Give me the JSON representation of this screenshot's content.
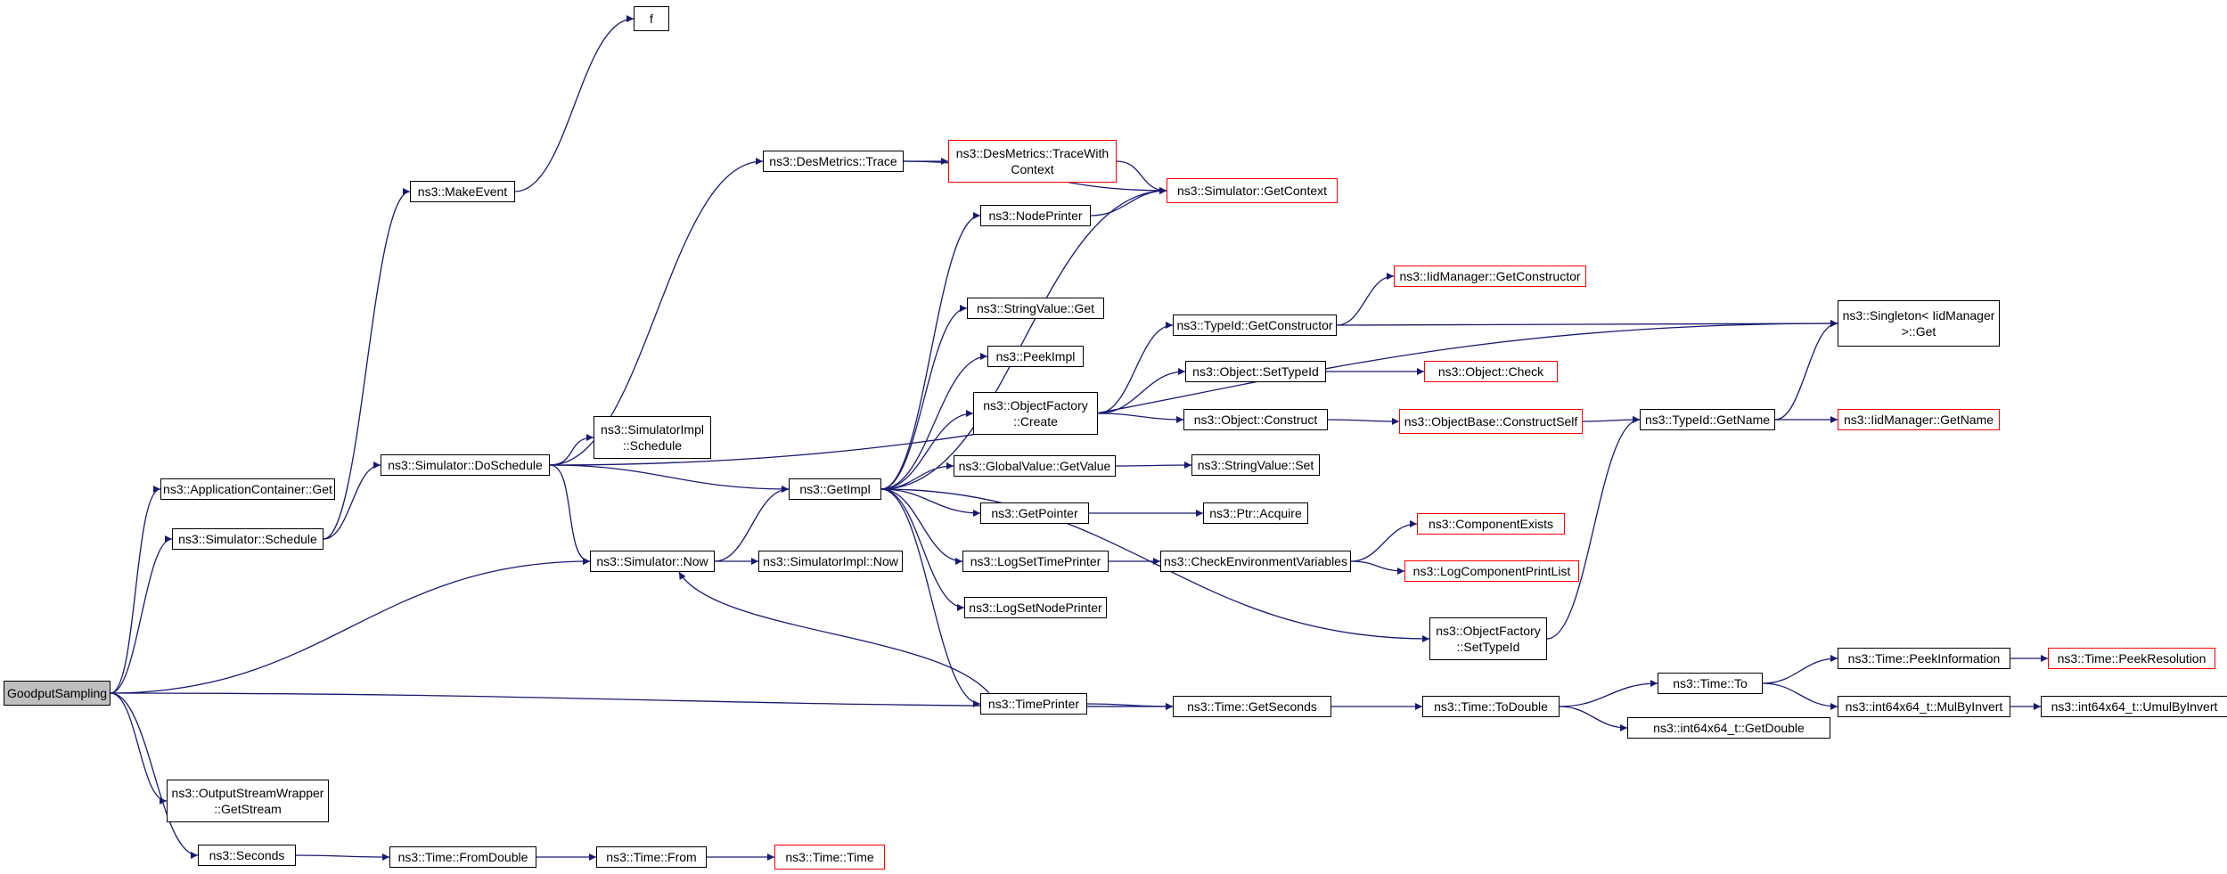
{
  "colors": {
    "edge": "#191970",
    "node_border": "#000000",
    "external_border": "#ff0000",
    "root_fill": "#bfbfbf"
  },
  "nodes": [
    {
      "id": "goodput",
      "label": "GoodputSampling",
      "root": true
    },
    {
      "id": "appget",
      "label": "ns3::ApplicationContainer::Get"
    },
    {
      "id": "schedule",
      "label": "ns3::Simulator::Schedule"
    },
    {
      "id": "outget",
      "label": "ns3::OutputStreamWrapper\n::GetStream"
    },
    {
      "id": "seconds",
      "label": "ns3::Seconds"
    },
    {
      "id": "makeevent",
      "label": "ns3::MakeEvent"
    },
    {
      "id": "f",
      "label": "f"
    },
    {
      "id": "doschedule",
      "label": "ns3::Simulator::DoSchedule"
    },
    {
      "id": "simimplsched",
      "label": "ns3::SimulatorImpl\n::Schedule"
    },
    {
      "id": "now",
      "label": "ns3::Simulator::Now"
    },
    {
      "id": "simimplnow",
      "label": "ns3::SimulatorImpl::Now"
    },
    {
      "id": "fromdouble",
      "label": "ns3::Time::FromDouble"
    },
    {
      "id": "from",
      "label": "ns3::Time::From"
    },
    {
      "id": "timetime",
      "label": "ns3::Time::Time",
      "external": true
    },
    {
      "id": "destrace",
      "label": "ns3::DesMetrics::Trace"
    },
    {
      "id": "destracectx",
      "label": "ns3::DesMetrics::TraceWith\nContext",
      "external": true
    },
    {
      "id": "getcontext",
      "label": "ns3::Simulator::GetContext",
      "external": true
    },
    {
      "id": "nodeprinter",
      "label": "ns3::NodePrinter"
    },
    {
      "id": "stringget",
      "label": "ns3::StringValue::Get"
    },
    {
      "id": "peekimpl",
      "label": "ns3::PeekImpl"
    },
    {
      "id": "ofcreate",
      "label": "ns3::ObjectFactory\n::Create"
    },
    {
      "id": "getimpl",
      "label": "ns3::GetImpl"
    },
    {
      "id": "gvgetvalue",
      "label": "ns3::GlobalValue::GetValue"
    },
    {
      "id": "getpointer",
      "label": "ns3::GetPointer"
    },
    {
      "id": "logsettime",
      "label": "ns3::LogSetTimePrinter"
    },
    {
      "id": "logsetnode",
      "label": "ns3::LogSetNodePrinter"
    },
    {
      "id": "timeprinter",
      "label": "ns3::TimePrinter"
    },
    {
      "id": "tidgetctor",
      "label": "ns3::TypeId::GetConstructor"
    },
    {
      "id": "objsettid",
      "label": "ns3::Object::SetTypeId"
    },
    {
      "id": "objconstruct",
      "label": "ns3::Object::Construct"
    },
    {
      "id": "stringset",
      "label": "ns3::StringValue::Set"
    },
    {
      "id": "ptracquire",
      "label": "ns3::Ptr::Acquire"
    },
    {
      "id": "checkenv",
      "label": "ns3::CheckEnvironmentVariables"
    },
    {
      "id": "ofsettid",
      "label": "ns3::ObjectFactory\n::SetTypeId"
    },
    {
      "id": "getseconds",
      "label": "ns3::Time::GetSeconds"
    },
    {
      "id": "iidgetctor",
      "label": "ns3::IidManager::GetConstructor",
      "external": true
    },
    {
      "id": "objcheck",
      "label": "ns3::Object::Check",
      "external": true
    },
    {
      "id": "constructself",
      "label": "ns3::ObjectBase::ConstructSelf",
      "external": true
    },
    {
      "id": "compexists",
      "label": "ns3::ComponentExists",
      "external": true
    },
    {
      "id": "logcomplist",
      "label": "ns3::LogComponentPrintList",
      "external": true
    },
    {
      "id": "todouble",
      "label": "ns3::Time::ToDouble"
    },
    {
      "id": "tidgetname",
      "label": "ns3::TypeId::GetName"
    },
    {
      "id": "timeto",
      "label": "ns3::Time::To"
    },
    {
      "id": "int64getdouble",
      "label": "ns3::int64x64_t::GetDouble"
    },
    {
      "id": "singletonget",
      "label": "ns3::Singleton< IidManager\n >::Get"
    },
    {
      "id": "iidgetname",
      "label": "ns3::IidManager::GetName",
      "external": true
    },
    {
      "id": "peekinfo",
      "label": "ns3::Time::PeekInformation"
    },
    {
      "id": "mulbyinvert",
      "label": "ns3::int64x64_t::MulByInvert"
    },
    {
      "id": "peekres",
      "label": "ns3::Time::PeekResolution",
      "external": true
    },
    {
      "id": "umulbyinvert",
      "label": "ns3::int64x64_t::UmulByInvert"
    }
  ],
  "edges": [
    [
      "goodput",
      "appget"
    ],
    [
      "goodput",
      "schedule"
    ],
    [
      "goodput",
      "now"
    ],
    [
      "goodput",
      "getseconds"
    ],
    [
      "goodput",
      "outget"
    ],
    [
      "goodput",
      "seconds"
    ],
    [
      "schedule",
      "makeevent"
    ],
    [
      "schedule",
      "doschedule"
    ],
    [
      "makeevent",
      "f"
    ],
    [
      "doschedule",
      "destrace"
    ],
    [
      "doschedule",
      "singletonget"
    ],
    [
      "doschedule",
      "simimplsched"
    ],
    [
      "doschedule",
      "getimpl"
    ],
    [
      "doschedule",
      "now"
    ],
    [
      "now",
      "getimpl"
    ],
    [
      "now",
      "simimplnow"
    ],
    [
      "seconds",
      "fromdouble"
    ],
    [
      "fromdouble",
      "from"
    ],
    [
      "from",
      "timetime"
    ],
    [
      "destrace",
      "destracectx"
    ],
    [
      "destrace",
      "getcontext"
    ],
    [
      "destracectx",
      "getcontext"
    ],
    [
      "nodeprinter",
      "getcontext"
    ],
    [
      "getimpl",
      "nodeprinter"
    ],
    [
      "getimpl",
      "getcontext"
    ],
    [
      "getimpl",
      "stringget"
    ],
    [
      "getimpl",
      "peekimpl"
    ],
    [
      "getimpl",
      "ofcreate"
    ],
    [
      "getimpl",
      "gvgetvalue"
    ],
    [
      "getimpl",
      "getpointer"
    ],
    [
      "getimpl",
      "logsettime"
    ],
    [
      "getimpl",
      "logsetnode"
    ],
    [
      "getimpl",
      "timeprinter"
    ],
    [
      "getimpl",
      "ofsettid"
    ],
    [
      "ofcreate",
      "tidgetctor"
    ],
    [
      "ofcreate",
      "objsettid"
    ],
    [
      "ofcreate",
      "objconstruct"
    ],
    [
      "gvgetvalue",
      "stringset"
    ],
    [
      "getpointer",
      "ptracquire"
    ],
    [
      "logsettime",
      "checkenv"
    ],
    [
      "timeprinter",
      "now"
    ],
    [
      "timeprinter",
      "getseconds"
    ],
    [
      "tidgetctor",
      "iidgetctor"
    ],
    [
      "tidgetctor",
      "singletonget"
    ],
    [
      "objsettid",
      "objcheck"
    ],
    [
      "objconstruct",
      "constructself"
    ],
    [
      "checkenv",
      "compexists"
    ],
    [
      "checkenv",
      "logcomplist"
    ],
    [
      "ofsettid",
      "tidgetname"
    ],
    [
      "constructself",
      "tidgetname"
    ],
    [
      "tidgetname",
      "singletonget"
    ],
    [
      "tidgetname",
      "iidgetname"
    ],
    [
      "getseconds",
      "todouble"
    ],
    [
      "todouble",
      "timeto"
    ],
    [
      "todouble",
      "int64getdouble"
    ],
    [
      "timeto",
      "peekinfo"
    ],
    [
      "timeto",
      "mulbyinvert"
    ],
    [
      "peekinfo",
      "peekres"
    ],
    [
      "mulbyinvert",
      "umulbyinvert"
    ]
  ]
}
